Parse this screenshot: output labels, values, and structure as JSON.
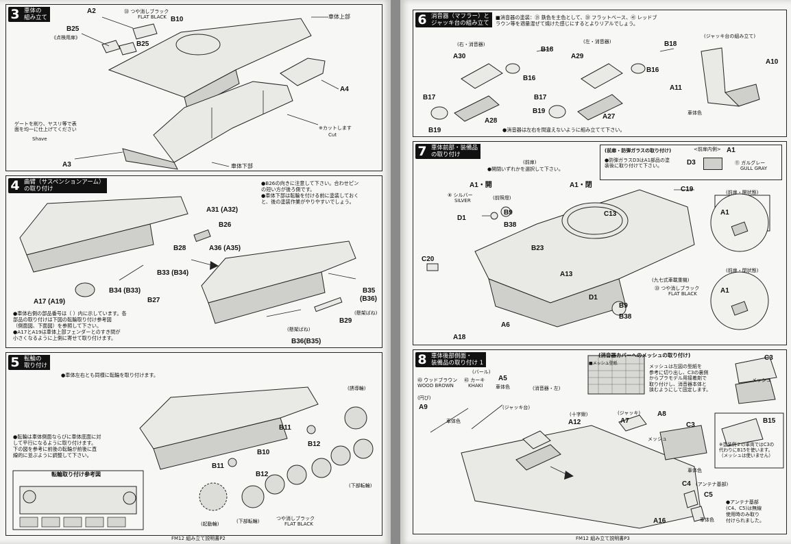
{
  "left": {
    "step3": {
      "num": "3",
      "title": "車体の\n組み立て",
      "labels": {
        "a2": "A2",
        "paint_code": "㉝ つや消しブラック",
        "paint_en": "FLAT BLACK",
        "b10": "B10",
        "upper": "車体上部",
        "b25a": "B25",
        "b25_note": "《点検用扉》",
        "b25b": "B25",
        "a4": "A4",
        "cut": "※カットします",
        "cut_en": "Cut",
        "shave_note": "ゲートを削り、ヤスリ等で表\n面を均一に仕上げてください",
        "shave_en": "Shave",
        "a3": "A3",
        "lower": "車体下部"
      }
    },
    "step4": {
      "num": "4",
      "title": "曲臂（サスペンションアーム）\nの取り付け",
      "note_top": "●B26の向きに注意して下さい。合わせピン\nの短い方が後ろ側です。\n●車体下部は転輪を付ける前に塗装しておく\nと、後の塗装作業がやりやすいでしょう。",
      "labels": {
        "a31": "A31 (A32)",
        "b26": "B26",
        "b28": "B28",
        "a36": "A36 (A35)",
        "b33": "B33 (B34)",
        "b34": "B34 (B33)",
        "b27": "B27",
        "a17": "A17 (A19)",
        "b35": "B35",
        "b36p": "(B36)",
        "b29": "B29",
        "susp_spring": "(懸架ばね)",
        "susp_spring2": "(懸架ばね)",
        "b36": "B36(B35)"
      },
      "note_bottom": "●車体右側の部品番号は（ ）内に示しています。各\n部品の取り付けは下図の転輪取り付け参考図\n（側面図、下面図）を参照して下さい。\n●A17とA19は車体上部フェンダーとのすき間が\n小さくなるように上側に寄せて取り付けます。"
    },
    "step5": {
      "num": "5",
      "title": "転輪の\n取り付け",
      "note_top": "●車体左右とも同様に転輪を取り付けます。",
      "note_mid": "●転輪は車体側面ならびに車体底面に対\nして平行になるように取り付けます。\n下の図を参考に前後の転輪が前後に直\n線的に並ぶように調整して下さい。",
      "ref_title": "転輪取り付け参考図",
      "labels": {
        "idler": "(誘導輪)",
        "b11a": "B11",
        "b12a": "B12",
        "b10": "B10",
        "b11b": "B11",
        "b12b": "B12",
        "lower_road": "(下部転輪)",
        "sprocket": "(起動輪)",
        "lower_road2": "(下部転輪)",
        "paint": "つや消しブラック",
        "paint_en": "FLAT BLACK"
      }
    },
    "footer": "FM12 組み立て説明書P2"
  },
  "right": {
    "step6": {
      "num": "6",
      "title": "消音器（マフラー）と\nジャッキ台の組み立て",
      "paint_note": "■消音器の塗装：㉛ 鉄色を主色として、㉜ フラットベース、㊶ レッドブ\nラウン等を適量混ぜて焼けた感じにするとよりリアルでしょう。",
      "labels": {
        "right_muffler": "(右・消音器)",
        "left_muffler": "(左・消音器)",
        "jack": "(ジャッキ台の組み立て)",
        "a30": "A30",
        "b18a": "B18",
        "b16a": "B16",
        "b17a": "B17",
        "b19a": "B19",
        "a28": "A28",
        "a29": "A29",
        "b18b": "B18",
        "b16b": "B16",
        "b17b": "B17",
        "b19b": "B19",
        "a27": "A27",
        "a10": "A10",
        "a11": "A11",
        "body_color": "車体色"
      },
      "note_bottom": "●消音器は左右を間違えないように組み立てて下さい。"
    },
    "step7": {
      "num": "7",
      "title": "車体前部・装備品\nの取り付け",
      "labels": {
        "front_hatch": "(前扉)",
        "choose": "●開閉いずれかを選択して下さい。",
        "a1_open_a": "A1・開",
        "a1_open_b": "A1・閉",
        "silver": "⑧ シルバー",
        "silver_en": "SILVER",
        "headlight": "(前照燈)",
        "b9": "B9",
        "d1": "D1",
        "b38": "B38",
        "c20": "C20",
        "b23": "B23",
        "a13": "A13",
        "a6": "A6",
        "a18": "A18",
        "c13": "C13",
        "c19": "C19",
        "d1b": "D1",
        "b9b": "B9",
        "b38b": "B38",
        "mg": "(九七式車載重機)",
        "mg_paint": "㉝ つや消しブラック",
        "mg_paint_en": "FLAT BLACK",
        "glass_box_title": "(前扉・防弾ガラスの取り付け)",
        "glass_note": "●防弾ガラスD3はA1部品の塗\n装後に取り付けて下さい。",
        "inner": "<前扉内側>",
        "a1": "A1",
        "d3": "D3",
        "gull": "⑪ ガルグレー",
        "gull_en": "GULL GRAY",
        "hatch_state1": "(前扉・開状態)",
        "hatch_state2": "(前扉・閉状態)",
        "a1c": "A1",
        "a1d": "A1"
      }
    },
    "step8": {
      "num": "8",
      "title": "車体後部側面・\n装備品の取り付け 1",
      "labels": {
        "wood": "㊸ ウッドブラウン",
        "wood_en": "WOOD BROWN",
        "khaki": "㊺ カーキ",
        "khaki_en": "KHAKI",
        "bar": "(バール)",
        "a5": "A5",
        "pick": "(円ぴ)",
        "a9": "A9",
        "body1": "車体色",
        "body2": "車体色",
        "jack": "(ジャッキ台)",
        "muffler": "(消音器・左)",
        "pickaxe": "(十字鍬)",
        "a12": "A12",
        "jack2": "(ジャッキ)",
        "a7": "A7",
        "a8": "A8",
        "mesh": "メッシュ",
        "c3": "C3",
        "body3": "車体色",
        "c4": "C4",
        "antenna": "(アンテナ基部)",
        "c5": "C5",
        "a16": "A16",
        "body4": "車体色"
      },
      "mesh_box_title": "(消音器カバーへのメッシュの取り付け)",
      "mesh_pattern": "■メッシュ型紙",
      "mesh_note": "メッシュは左図の型紙を\n参考に切り出し、C3の裏側\nからプラモデル用接着剤で\n取り付けし、消音器本体と\n挟むようにして固定します。",
      "c3b": "C3",
      "mesh2": "メッシュ",
      "b15": "B15",
      "paint_example": "※塗装例２の車両ではC3の\n代わりにB15を使います。\n（メッシュは使いません）",
      "antenna_note": "●アンテナ基部\n(C4、C5)は無線\n使用時のみ取り\n付けられました。"
    },
    "footer": "FM12 組み立て説明書P3"
  }
}
